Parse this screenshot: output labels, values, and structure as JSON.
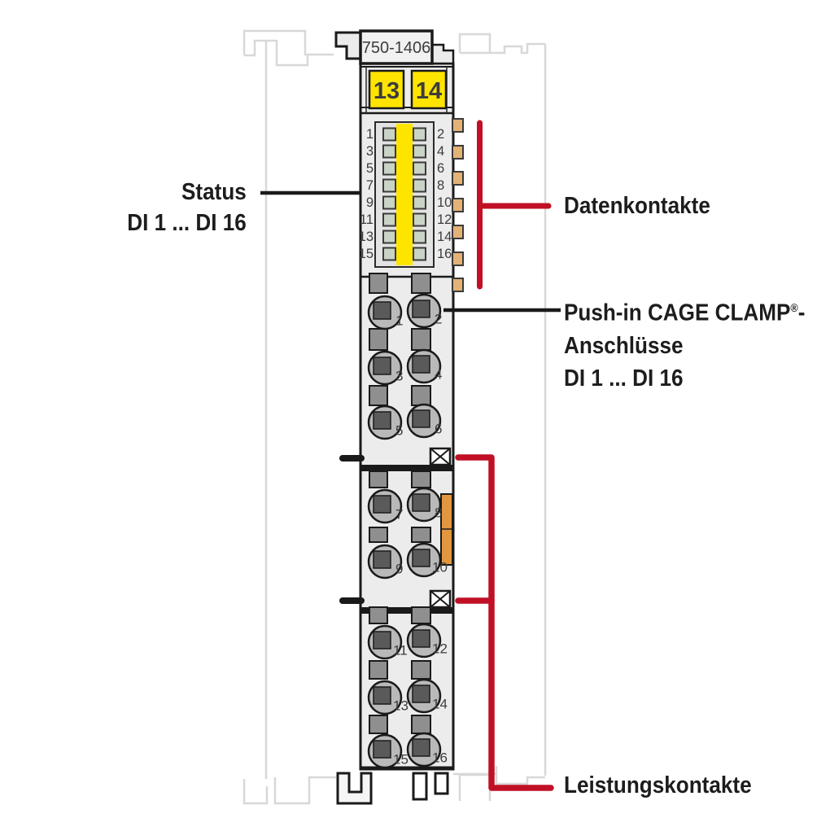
{
  "diagram": {
    "part_number": "750-1406",
    "power_jumper_labels": [
      "13",
      "14"
    ],
    "led_numbers_left": [
      "1",
      "3",
      "5",
      "7",
      "9",
      "11",
      "13",
      "15"
    ],
    "led_numbers_right": [
      "2",
      "4",
      "6",
      "8",
      "10",
      "12",
      "14",
      "16"
    ],
    "clamp_numbers": {
      "section1": [
        "1",
        "2",
        "3",
        "4",
        "5",
        "6"
      ],
      "section2": [
        "7",
        "8",
        "9",
        "10"
      ],
      "section3": [
        "11",
        "12",
        "13",
        "14",
        "15",
        "16"
      ]
    }
  },
  "labels": {
    "status_line1": "Status",
    "status_line2": "DI 1 ... DI 16",
    "data_contacts": "Datenkontakte",
    "cage_clamp_main": "Push-in CAGE CLAMP",
    "cage_clamp_reg": "®",
    "cage_clamp_suffix": "-",
    "cage_clamp_line2": "Anschlüsse",
    "cage_clamp_line3": "DI 1 ... DI 16",
    "power_contacts": "Leistungskontakte"
  },
  "colors": {
    "annotation_red": "#c11026",
    "wago_yellow": "#ffe400",
    "led_green": "#c9d3c6",
    "contact_tan": "#e3b277",
    "jumper_orange": "#e2973f"
  }
}
